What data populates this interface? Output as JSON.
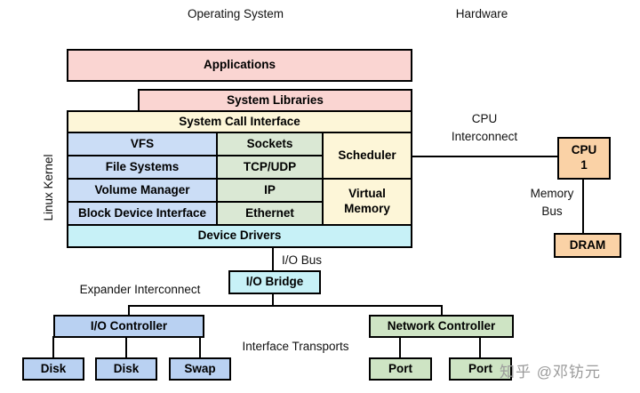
{
  "page": {
    "os_section_label": "Operating System",
    "hw_section_label": "Hardware"
  },
  "kernel": {
    "side_label": "Linux Kernel",
    "applications": "Applications",
    "system_libraries": "System Libraries",
    "system_call_interface": "System Call Interface",
    "storage_stack": [
      "VFS",
      "File Systems",
      "Volume Manager",
      "Block Device Interface"
    ],
    "network_stack": [
      "Sockets",
      "TCP/UDP",
      "IP",
      "Ethernet"
    ],
    "scheduler": "Scheduler",
    "virtual_memory": "Virtual\nMemory",
    "device_drivers": "Device Drivers"
  },
  "hardware": {
    "cpu_interconnect_label": "CPU\nInterconnect",
    "cpu": "CPU\n1",
    "memory_bus_label": "Memory\nBus",
    "dram": "DRAM"
  },
  "io": {
    "io_bus_label": "I/O Bus",
    "bridge": "I/O Bridge",
    "expander_interconnect_label": "Expander Interconnect",
    "io_controller": "I/O Controller",
    "network_controller": "Network Controller",
    "interface_transports_label": "Interface Transports",
    "storage_devices": [
      "Disk",
      "Disk",
      "Swap"
    ],
    "network_ports": [
      "Port",
      "Port"
    ]
  },
  "watermark": "知乎 @邓钫元",
  "colors": {
    "pink": "#FAD5D2",
    "yellow": "#FDF6D8",
    "blue": "#CBDDF6",
    "green": "#DAE8D4",
    "cyan": "#C7F1F7",
    "orange": "#FAD2A6",
    "blue-deep": "#B9D1F2",
    "green-deep": "#CEE4C4",
    "line": "#000000",
    "watermark": "#9B9B9B"
  }
}
